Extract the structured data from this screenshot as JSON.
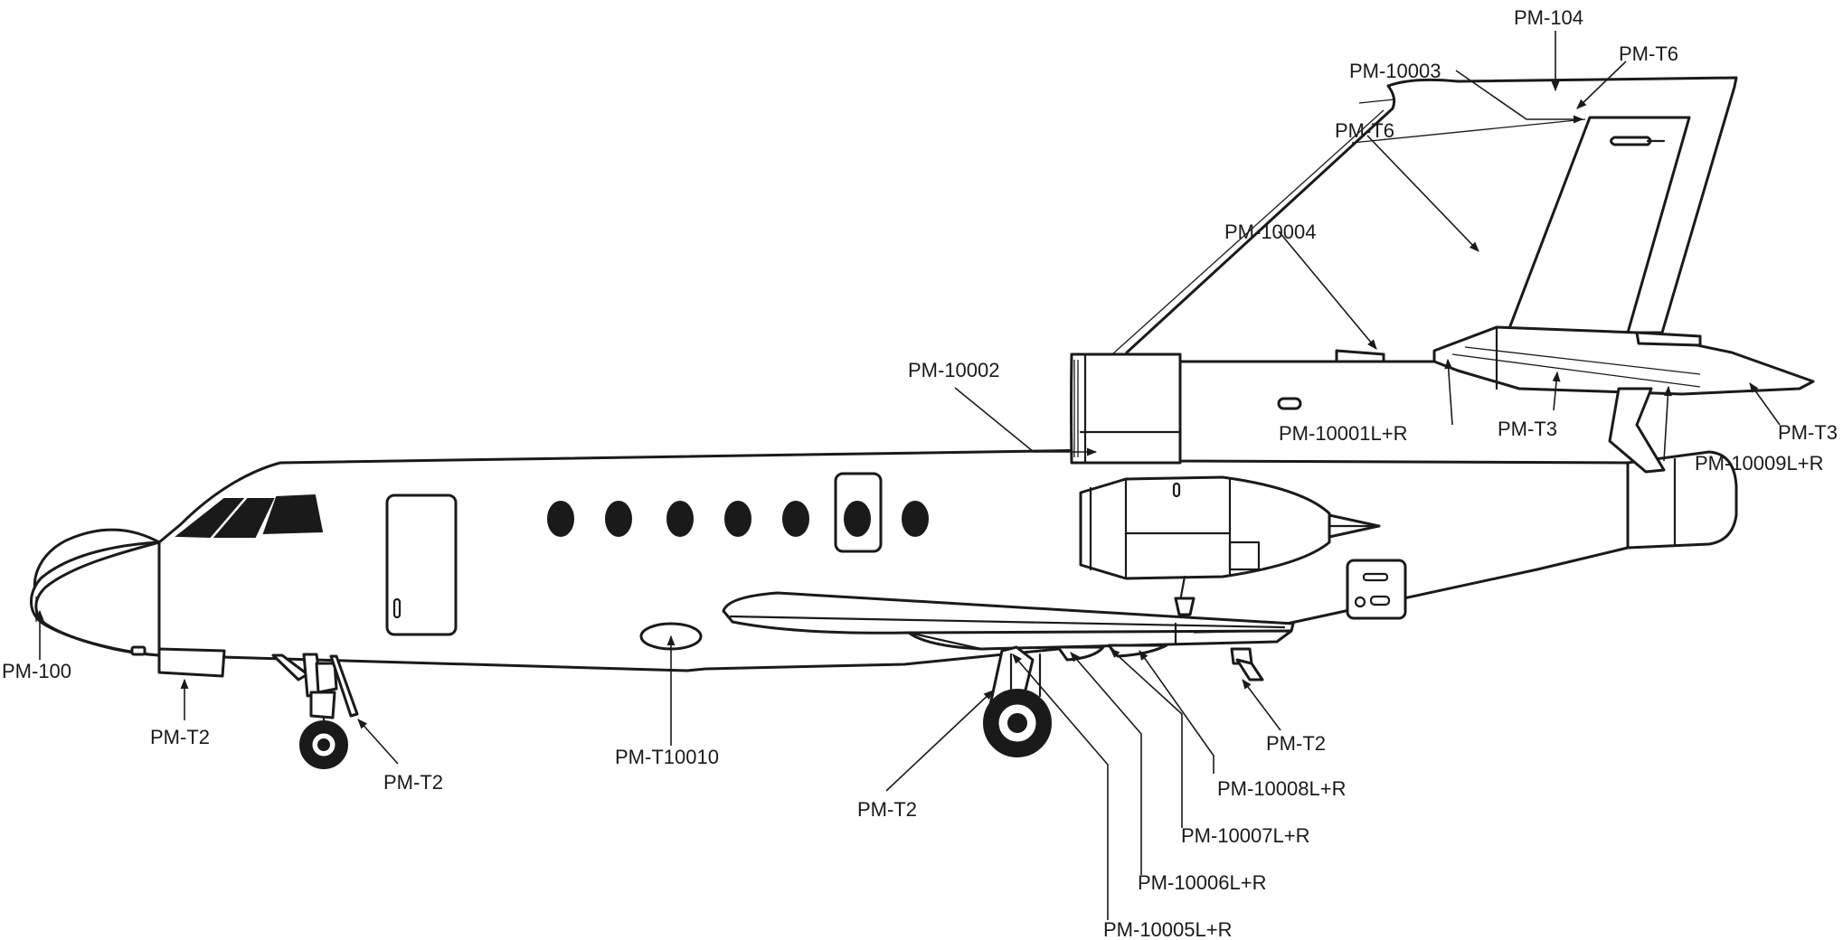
{
  "callouts": [
    {
      "id": "pm-100",
      "text": "PM-100"
    },
    {
      "id": "pm-t2-nose-door",
      "text": "PM-T2"
    },
    {
      "id": "pm-t2-nose-gear",
      "text": "PM-T2"
    },
    {
      "id": "pm-t10010",
      "text": "PM-T10010"
    },
    {
      "id": "pm-t2-main-gear",
      "text": "PM-T2"
    },
    {
      "id": "pm-10005",
      "text": "PM-10005L+R"
    },
    {
      "id": "pm-10006",
      "text": "PM-10006L+R"
    },
    {
      "id": "pm-10007",
      "text": "PM-10007L+R"
    },
    {
      "id": "pm-10008",
      "text": "PM-10008L+R"
    },
    {
      "id": "pm-t2-flap-track",
      "text": "PM-T2"
    },
    {
      "id": "pm-10002",
      "text": "PM-10002"
    },
    {
      "id": "pm-10004",
      "text": "PM-10004"
    },
    {
      "id": "pm-t6-fin",
      "text": "PM-T6"
    },
    {
      "id": "pm-10003",
      "text": "PM-10003"
    },
    {
      "id": "pm-104",
      "text": "PM-104"
    },
    {
      "id": "pm-t6-top",
      "text": "PM-T6"
    },
    {
      "id": "pm-10001",
      "text": "PM-10001L+R"
    },
    {
      "id": "pm-t3-mid",
      "text": "PM-T3"
    },
    {
      "id": "pm-t3-tip",
      "text": "PM-T3"
    },
    {
      "id": "pm-10009",
      "text": "PM-10009L+R"
    }
  ],
  "colors": {
    "line": "#1a1a1a",
    "background": "#ffffff"
  }
}
